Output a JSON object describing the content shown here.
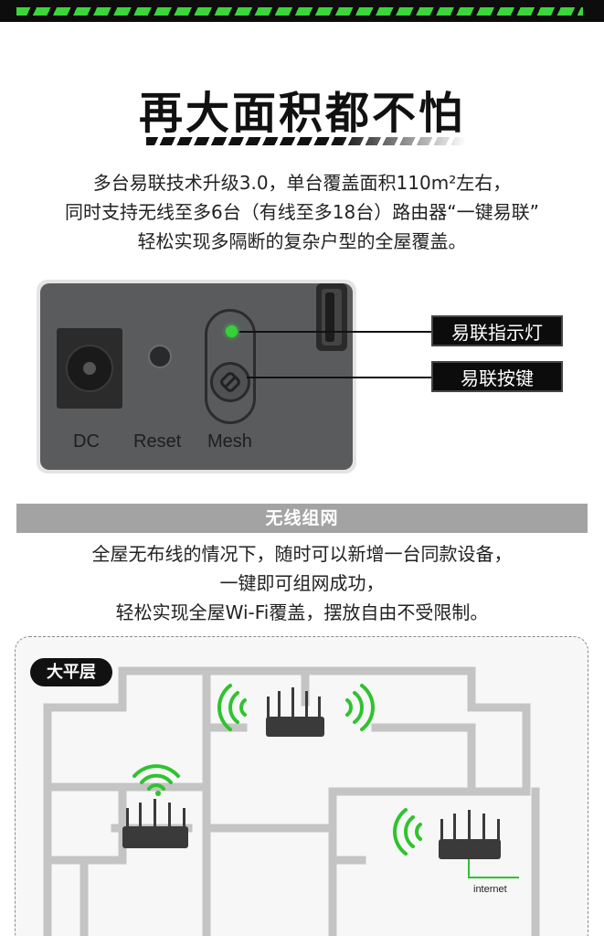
{
  "header": {
    "title": "再大面积都不怕",
    "accent_color": "#3ad63a"
  },
  "intro": {
    "lines": [
      "多台易联技术升级3.0，单台覆盖面积110m²左右，",
      "同时支持无线至多6台（有线至多18台）路由器“一键易联”",
      "轻松实现多隔断的复杂户型的全屋覆盖。"
    ]
  },
  "device": {
    "ports": {
      "dc": "DC",
      "reset": "Reset",
      "mesh": "Mesh"
    },
    "callouts": {
      "indicator": "易联指示灯",
      "button": "易联按键"
    },
    "led_color": "#35d13a"
  },
  "wireless": {
    "section_title": "无线组网",
    "lines": [
      "全屋无布线的情况下，随时可以新增一台同款设备，",
      "一键即可组网成功，",
      "轻松实现全屋Wi-Fi覆盖，摆放自由不受限制。"
    ]
  },
  "floorplan": {
    "badge": "大平层",
    "internet_label": "internet",
    "signal_color": "#2fc32f",
    "icons": [
      "router-icon",
      "wifi-signal-icon"
    ]
  }
}
